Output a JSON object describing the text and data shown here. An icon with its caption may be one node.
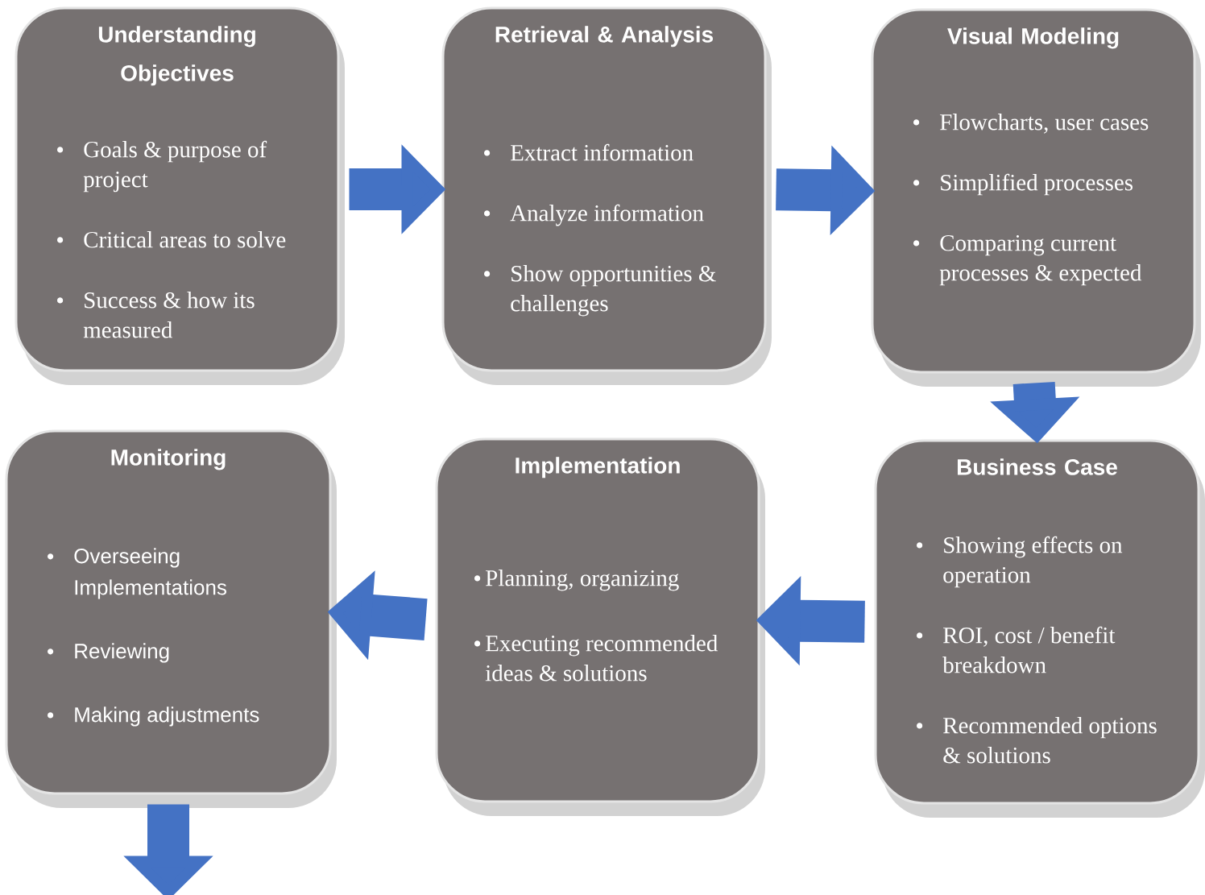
{
  "diagram": {
    "nodes": [
      {
        "text": [
          "Understanding Objectives",
          "Goals & purpose of project",
          "Critical areas to solve",
          "Success & how its measured"
        ]
      },
      {
        "text": [
          "Retrieval & Analysis",
          "Extract information",
          "Analyze information",
          "Show opportunities & challenges"
        ]
      },
      {
        "text": [
          "Visual Modeling",
          "Flowcharts, user cases",
          "Simplified processes",
          "Comparing current processes & expected"
        ]
      },
      {
        "text": [
          "Monitoring",
          "Overseeing Implementations",
          "Reviewing",
          "Making adjustments"
        ]
      },
      {
        "text": [
          "Implementation",
          "Planning, organizing",
          "Executing recommended ideas & solutions"
        ]
      },
      {
        "text": [
          "Business Case",
          "Showing effects on operation",
          "ROI, cost / benefit breakdown",
          "Recommended options & solutions"
        ]
      }
    ],
    "edges": [
      {
        "from": 0,
        "to": 1,
        "arrow": "to"
      },
      {
        "from": 1,
        "to": 2,
        "arrow": "to"
      },
      {
        "from": 2,
        "to": 5,
        "arrow": "to"
      },
      {
        "from": 5,
        "to": 4,
        "arrow": "to"
      },
      {
        "from": 4,
        "to": 3,
        "arrow": "to"
      },
      {
        "from": 3,
        "to": null,
        "arrow": "to"
      }
    ]
  }
}
